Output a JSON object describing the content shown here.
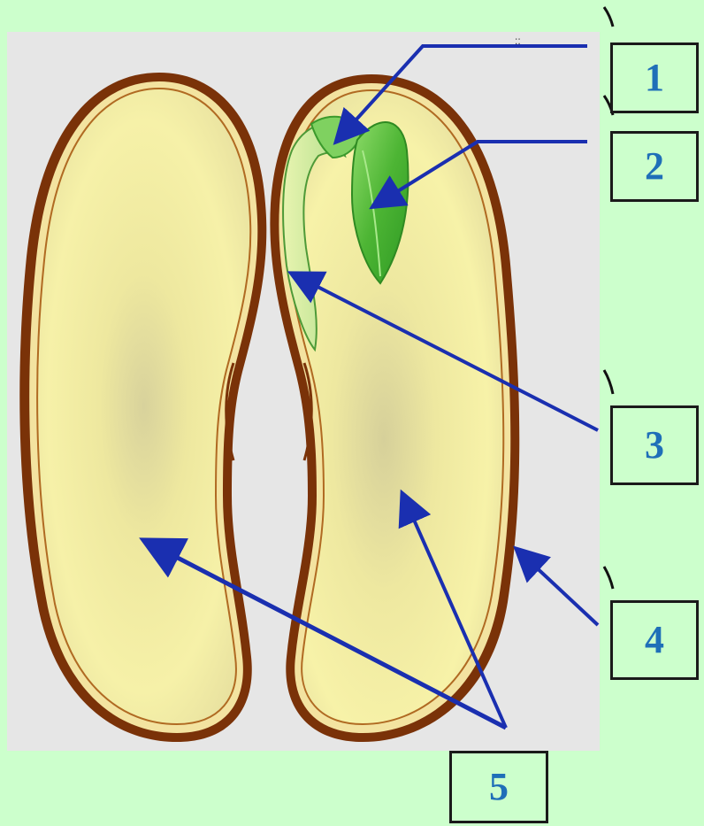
{
  "colors": {
    "background": "#ccffcc",
    "panel": "#e6e6e6",
    "seed_coat": "#7a3208",
    "cotyledon": "#f2eda6",
    "embryo_green": "#4fb83a",
    "arrow": "#1a2fb0",
    "label_text": "#1f6fb8"
  },
  "labels": [
    {
      "id": "1",
      "text": "1",
      "target": "plumule-apex"
    },
    {
      "id": "2",
      "text": "2",
      "target": "plumule-leaf"
    },
    {
      "id": "3",
      "text": "3",
      "target": "radicle"
    },
    {
      "id": "4",
      "text": "4",
      "target": "seed-coat"
    },
    {
      "id": "5",
      "text": "5",
      "target": "cotyledons"
    }
  ]
}
